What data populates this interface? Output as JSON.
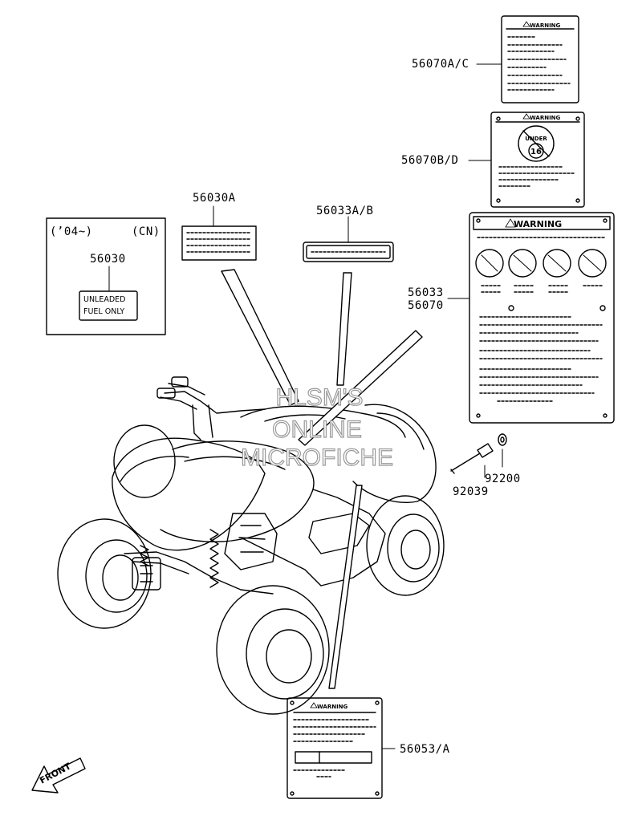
{
  "parts": {
    "p56070ac": "56070A/C",
    "p56070bd": "56070B/D",
    "p56030a": "56030A",
    "p56033ab": "56033A/B",
    "p56033": "56033",
    "p56070": "56070",
    "p92039": "92039",
    "p92200": "92200",
    "p56053a": "56053/A"
  },
  "inset": {
    "year": "(’04~)",
    "market": "(CN)",
    "part": "56030",
    "label_line1": "UNLEADED",
    "label_line2": "FUEL ONLY"
  },
  "labels": {
    "warning": "WARNING",
    "under_top": "UNDER",
    "under_age": "16"
  },
  "watermark": {
    "line1": "HLSM'S",
    "line2": "ONLINE",
    "line3": "MICROFICHE"
  },
  "front_tag": "FRONT",
  "colors": {
    "ink": "#000000",
    "paper": "#ffffff",
    "watermark": "#b0b0b0"
  }
}
